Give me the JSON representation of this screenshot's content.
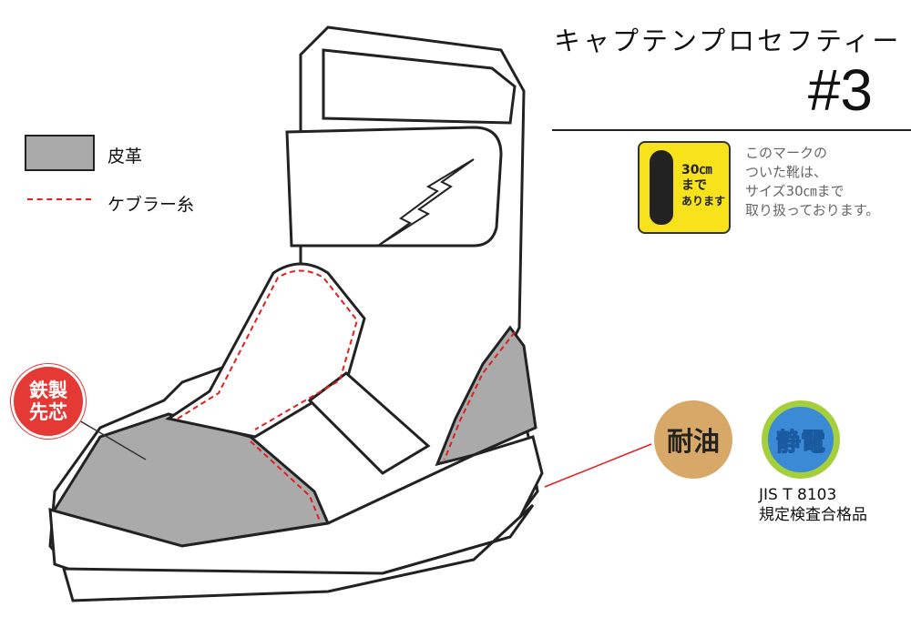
{
  "header": {
    "title": "キャプテンプロセフティー",
    "model": "#3"
  },
  "size_mark": {
    "badge_lines": [
      "30㎝",
      "まで",
      "あります"
    ],
    "note_lines": [
      "このマークの",
      "ついた靴は、",
      "サイズ30㎝まで",
      "取り扱っております。"
    ]
  },
  "legend": {
    "leather": "皮革",
    "kevlar": "ケブラー糸"
  },
  "badges": {
    "steel_toe": [
      "鉄製",
      "先芯"
    ],
    "oil_resistant": "耐油",
    "antistatic": "静電"
  },
  "certification": [
    "JIS T 8103",
    "規定検査合格品"
  ],
  "colors": {
    "leather": "#aaaaaa",
    "stitch": "#e02020",
    "steel": "#e53935",
    "oil": "#d8a868",
    "esd_blue": "#3a8ad6",
    "esd_green": "#a6cf3c",
    "size_yellow": "#f7e21c"
  }
}
